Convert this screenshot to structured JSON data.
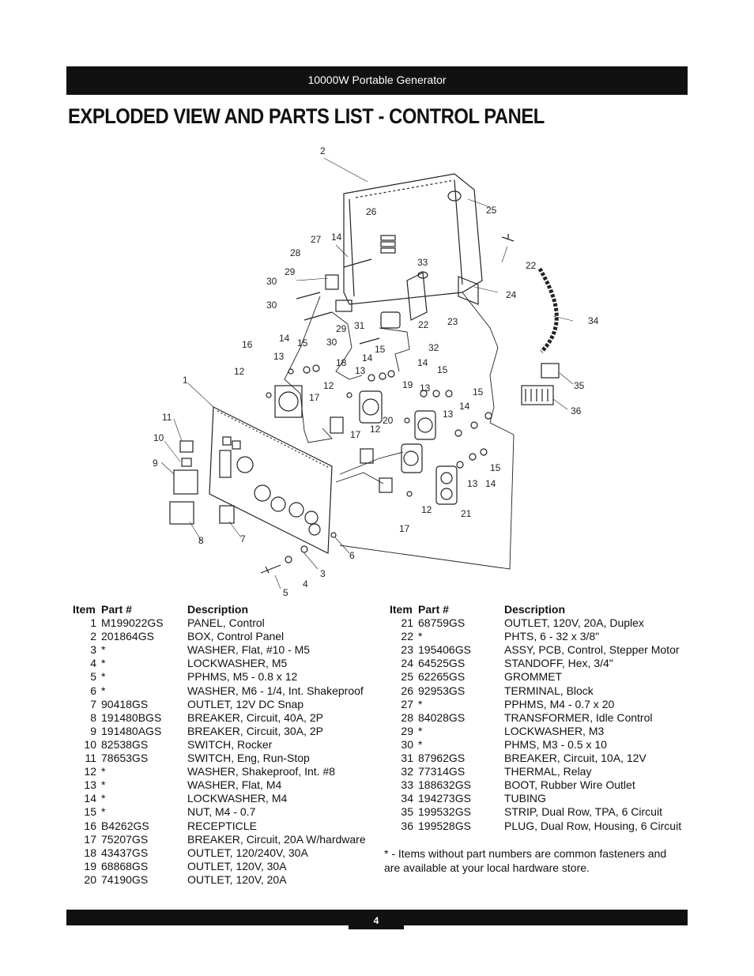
{
  "header": {
    "text": "10000W Portable Generator"
  },
  "title": "EXPLODED VIEW AND PARTS LIST - CONTROL PANEL",
  "diagram": {
    "callouts": [
      "2",
      "25",
      "26",
      "22",
      "27",
      "14",
      "28",
      "33",
      "24",
      "29",
      "30",
      "30",
      "29",
      "31",
      "22",
      "23",
      "34",
      "30",
      "15",
      "32",
      "16",
      "14",
      "15",
      "13",
      "12",
      "18",
      "13",
      "14",
      "14",
      "15",
      "1",
      "19",
      "13",
      "15",
      "17",
      "12",
      "13",
      "14",
      "11",
      "20",
      "12",
      "10",
      "17",
      "9",
      "15",
      "13",
      "14",
      "12",
      "21",
      "8",
      "7",
      "17",
      "6",
      "3",
      "4",
      "5",
      "35",
      "36"
    ]
  },
  "parts_table": {
    "headers": {
      "item": "Item",
      "part": "Part #",
      "description": "Description"
    },
    "left": [
      {
        "item": "1",
        "part": "M199022GS",
        "description": "PANEL, Control"
      },
      {
        "item": "2",
        "part": "201864GS",
        "description": "BOX, Control Panel"
      },
      {
        "item": "3",
        "part": "*",
        "description": "WASHER, Flat, #10 - M5"
      },
      {
        "item": "4",
        "part": "*",
        "description": "LOCKWASHER, M5"
      },
      {
        "item": "5",
        "part": "*",
        "description": "PPHMS, M5 - 0.8 x 12"
      },
      {
        "item": "6",
        "part": "*",
        "description": "WASHER, M6 - 1/4, Int. Shakeproof"
      },
      {
        "item": "7",
        "part": "90418GS",
        "description": "OUTLET, 12V DC Snap"
      },
      {
        "item": "8",
        "part": "191480BGS",
        "description": "BREAKER, Circuit, 40A, 2P"
      },
      {
        "item": "9",
        "part": "191480AGS",
        "description": "BREAKER, Circuit, 30A, 2P"
      },
      {
        "item": "10",
        "part": "82538GS",
        "description": "SWITCH, Rocker"
      },
      {
        "item": "11",
        "part": "78653GS",
        "description": "SWITCH, Eng, Run-Stop"
      },
      {
        "item": "12",
        "part": "*",
        "description": "WASHER, Shakeproof, Int. #8"
      },
      {
        "item": "13",
        "part": "*",
        "description": "WASHER, Flat, M4"
      },
      {
        "item": "14",
        "part": "*",
        "description": "LOCKWASHER, M4"
      },
      {
        "item": "15",
        "part": "*",
        "description": "NUT, M4 - 0.7"
      },
      {
        "item": "16",
        "part": "B4262GS",
        "description": "RECEPTICLE"
      },
      {
        "item": "17",
        "part": "75207GS",
        "description": "BREAKER, Circuit, 20A W/hardware"
      },
      {
        "item": "18",
        "part": "43437GS",
        "description": "OUTLET, 120/240V, 30A"
      },
      {
        "item": "19",
        "part": "68868GS",
        "description": "OUTLET, 120V, 30A"
      },
      {
        "item": "20",
        "part": "74190GS",
        "description": "OUTLET, 120V, 20A"
      }
    ],
    "right": [
      {
        "item": "21",
        "part": "68759GS",
        "description": "OUTLET, 120V, 20A, Duplex"
      },
      {
        "item": "22",
        "part": "*",
        "description": "PHTS, 6 - 32 x 3/8\""
      },
      {
        "item": "23",
        "part": "195406GS",
        "description": "ASSY, PCB, Control, Stepper Motor"
      },
      {
        "item": "24",
        "part": "64525GS",
        "description": "STANDOFF, Hex, 3/4\""
      },
      {
        "item": "25",
        "part": "62265GS",
        "description": "GROMMET"
      },
      {
        "item": "26",
        "part": "92953GS",
        "description": "TERMINAL, Block"
      },
      {
        "item": "27",
        "part": "*",
        "description": "PPHMS, M4 - 0.7 x 20"
      },
      {
        "item": "28",
        "part": "84028GS",
        "description": "TRANSFORMER, Idle Control"
      },
      {
        "item": "29",
        "part": "*",
        "description": "LOCKWASHER, M3"
      },
      {
        "item": "30",
        "part": "*",
        "description": "PHMS, M3 - 0.5 x 10"
      },
      {
        "item": "31",
        "part": "87962GS",
        "description": "BREAKER, Circuit, 10A, 12V"
      },
      {
        "item": "32",
        "part": "77314GS",
        "description": "THERMAL, Relay"
      },
      {
        "item": "33",
        "part": "188632GS",
        "description": "BOOT, Rubber Wire Outlet"
      },
      {
        "item": "34",
        "part": "194273GS",
        "description": "TUBING"
      },
      {
        "item": "35",
        "part": "199532GS",
        "description": "STRIP, Dual Row, TPA, 6 Circuit"
      },
      {
        "item": "36",
        "part": "199528GS",
        "description": "PLUG, Dual Row, Housing, 6 Circuit"
      }
    ]
  },
  "footnote": "* - Items without part numbers are common fasteners and are available at your local hardware store.",
  "page_number": "4"
}
